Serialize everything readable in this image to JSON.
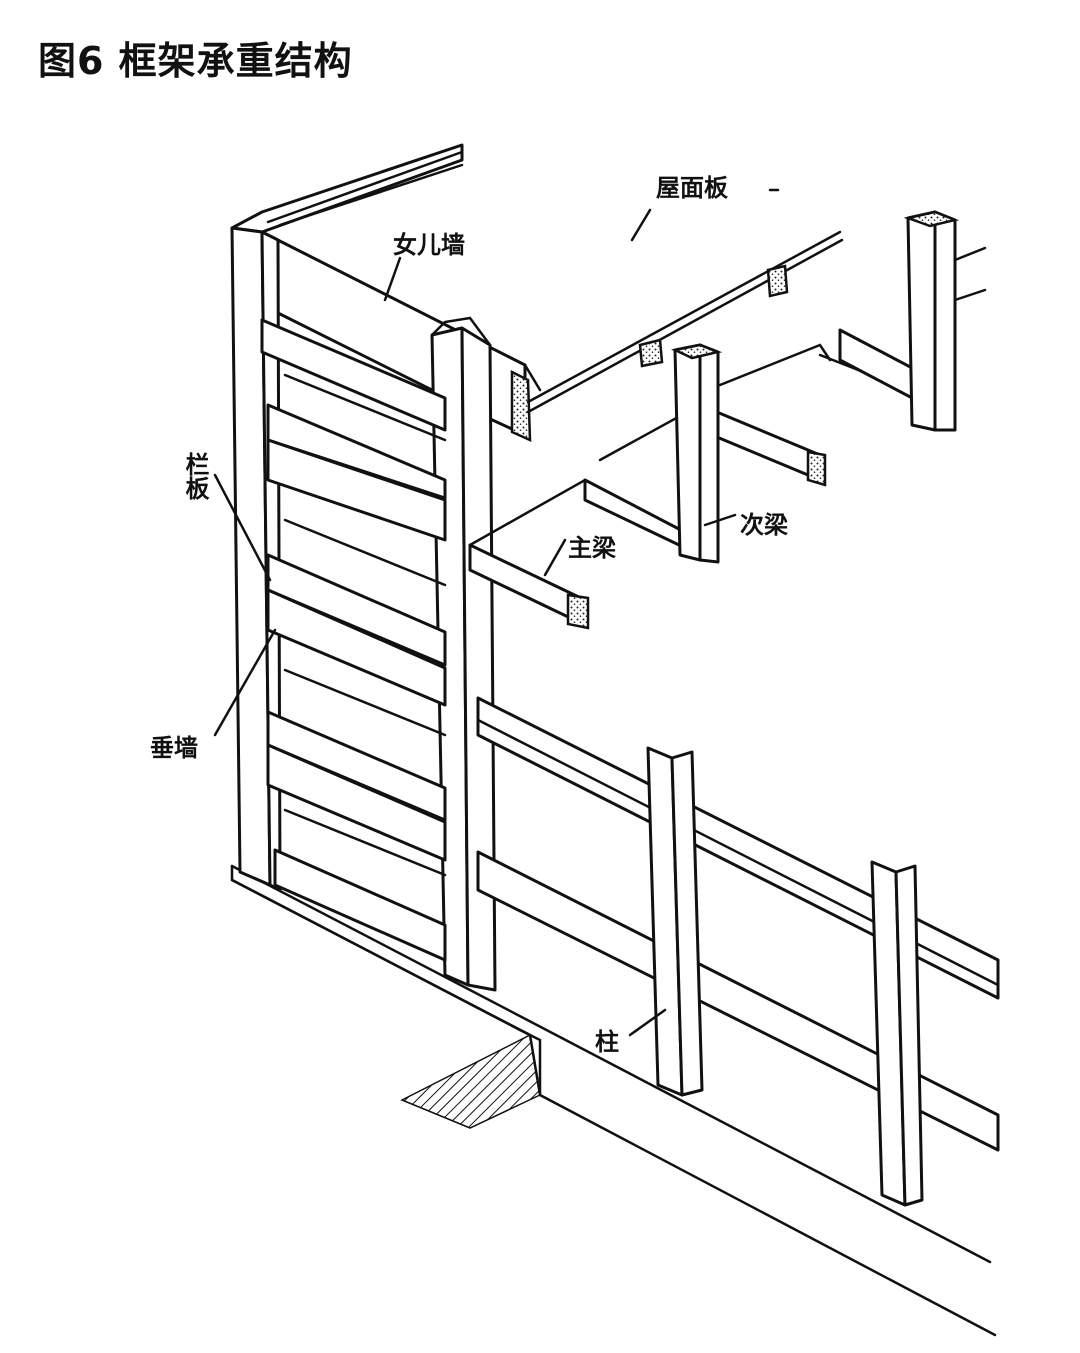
{
  "title": "图6  框架承重结构",
  "labels": {
    "roof_slab": "屋面板",
    "parapet": "女儿墙",
    "panel_board": "栏板",
    "secondary_beam": "次梁",
    "main_beam": "主梁",
    "spandrel_wall": "垂墙",
    "column": "柱"
  }
}
